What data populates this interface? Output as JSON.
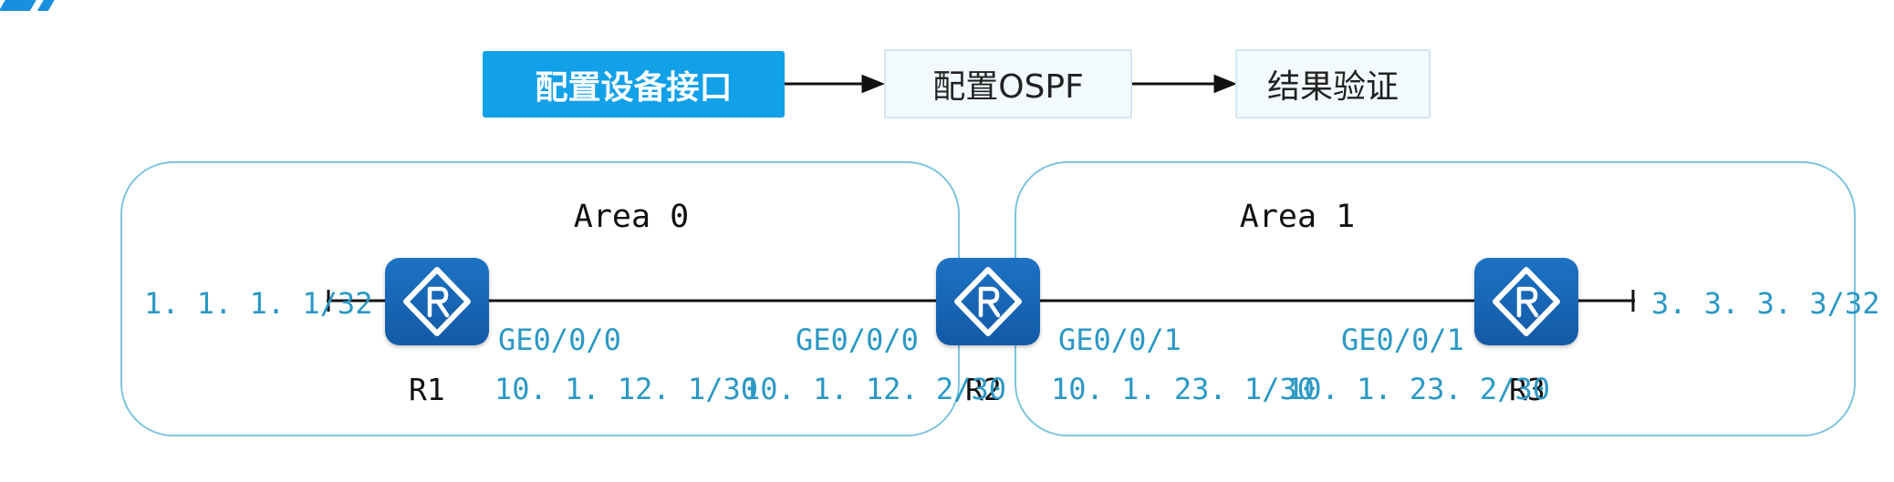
{
  "flow": {
    "steps": [
      {
        "label": "配置设备接口",
        "active": true
      },
      {
        "label": "配置OSPF",
        "active": false
      },
      {
        "label": "结果验证",
        "active": false
      }
    ]
  },
  "areas": [
    {
      "title": "Area 0"
    },
    {
      "title": "Area 1"
    }
  ],
  "routers": [
    {
      "name": "R1",
      "icon": "router-icon"
    },
    {
      "name": "R2",
      "icon": "router-icon"
    },
    {
      "name": "R3",
      "icon": "router-icon"
    }
  ],
  "loopbacks": {
    "r1": "1. 1. 1. 1/32",
    "r3": "3. 3. 3. 3/32"
  },
  "interfaces": {
    "r1_if": "GE0/0/0",
    "r1_ip": "10. 1. 12. 1/30",
    "r2_left_if": "GE0/0/0",
    "r2_left_ip": "10. 1. 12. 2/30",
    "r2_right_if": "GE0/0/1",
    "r2_right_ip": "10. 1. 23. 1/30",
    "r3_if": "GE0/0/1",
    "r3_ip": "10. 1. 23. 2/30"
  },
  "colors": {
    "accent": "#12a0e8",
    "router": "#1866b8",
    "area_border": "#7cc4dd",
    "label_blue": "#2b98c4"
  }
}
